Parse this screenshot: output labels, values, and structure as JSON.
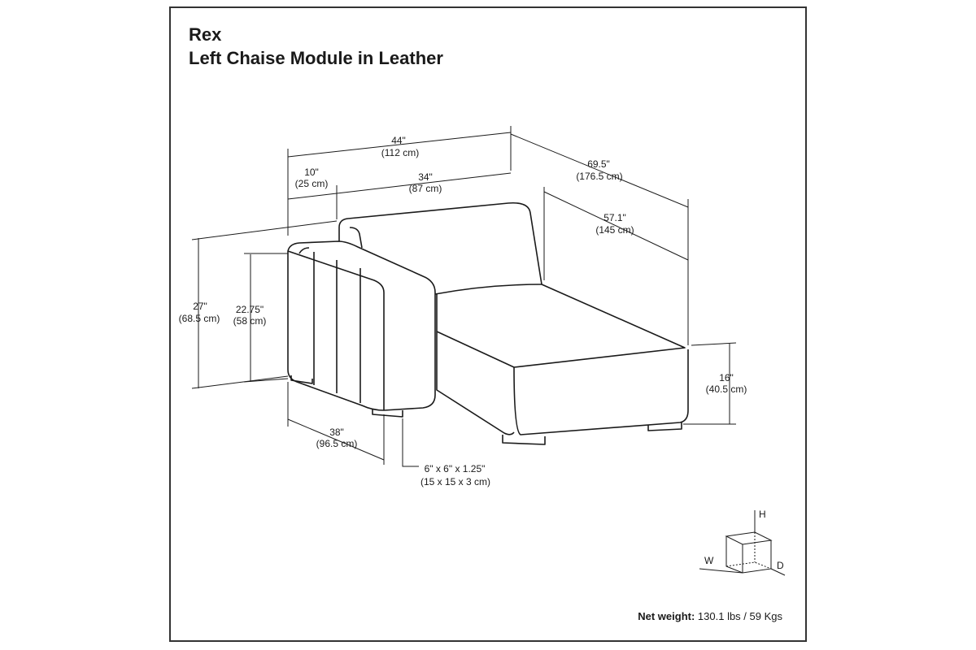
{
  "header": {
    "brand": "Rex",
    "product": "Left Chaise Module in Leather"
  },
  "dimensions": {
    "overall_width": {
      "in": "44\"",
      "cm": "(112 cm)"
    },
    "arm_width": {
      "in": "10\"",
      "cm": "(25 cm)"
    },
    "seat_width": {
      "in": "34\"",
      "cm": "(87 cm)"
    },
    "overall_depth": {
      "in": "69.5\"",
      "cm": "(176.5 cm)"
    },
    "seat_depth": {
      "in": "57.1\"",
      "cm": "(145 cm)"
    },
    "overall_height": {
      "in": "27\"",
      "cm": "(68.5 cm)"
    },
    "arm_height": {
      "in": "22.75\"",
      "cm": "(58 cm)"
    },
    "seat_height": {
      "in": "16\"",
      "cm": "(40.5 cm)"
    },
    "arm_depth": {
      "in": "38\"",
      "cm": "(96.5 cm)"
    },
    "leg_size": {
      "in": "6\" x 6\" x 1.25\"",
      "cm": "(15 x 15 x 3 cm)"
    }
  },
  "axes_legend": {
    "h": "H",
    "w": "W",
    "d": "D"
  },
  "footer": {
    "weight_label": "Net weight:",
    "weight_value": "130.1 lbs / 59 Kgs"
  },
  "colors": {
    "line": "#1a1a1a",
    "frame": "#333333",
    "background": "#ffffff"
  }
}
